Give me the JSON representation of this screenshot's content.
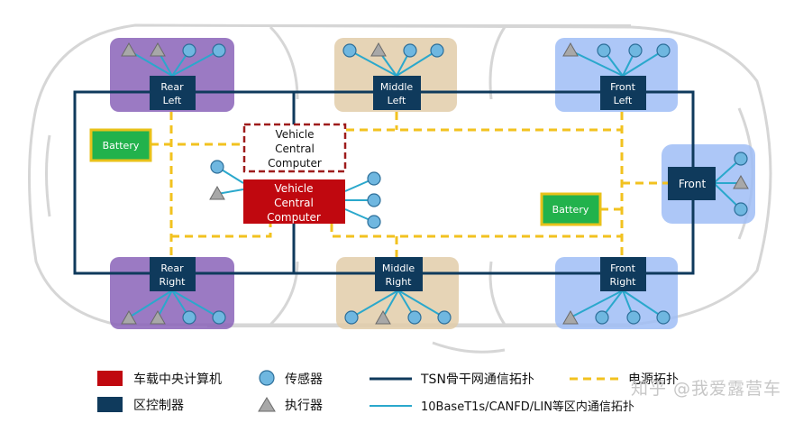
{
  "zones": {
    "rear_left": [
      "Rear",
      "Left"
    ],
    "middle_left": [
      "Middle",
      "Left"
    ],
    "front_left": [
      "Front",
      "Left"
    ],
    "rear_right": [
      "Rear",
      "Right"
    ],
    "middle_right": [
      "Middle",
      "Right"
    ],
    "front_right": [
      "Front",
      "Right"
    ],
    "front": [
      "Front"
    ]
  },
  "computers": {
    "backup": [
      "Vehicle",
      "Central",
      "Computer"
    ],
    "main": [
      "Vehicle",
      "Central",
      "Computer"
    ]
  },
  "batteries": {
    "left": "Battery",
    "right": "Battery"
  },
  "legend": {
    "central_computer": "车载中央计算机",
    "zone_controller": "区控制器",
    "sensor": "传感器",
    "actuator": "执行器",
    "tsn_backbone": "TSN骨干网通信拓扑",
    "in_zone": "10BaseT1s/CANFD/LIN等区内通信拓扑",
    "power": "电源拓扑"
  },
  "watermark": "知乎 @我爱露营车",
  "colors": {
    "zone_controller": "#0f3a5c",
    "central_computer": "#c0080f",
    "backup_border": "#9e1b1b",
    "power_line": "#f2c21f",
    "in_zone_line": "#2aa8cc",
    "sensor": "#6fb7e0",
    "battery": "#22b24c",
    "zone_rear": "#8a63b8",
    "zone_middle": "#e2cda9",
    "zone_front": "#9fbdf6"
  }
}
